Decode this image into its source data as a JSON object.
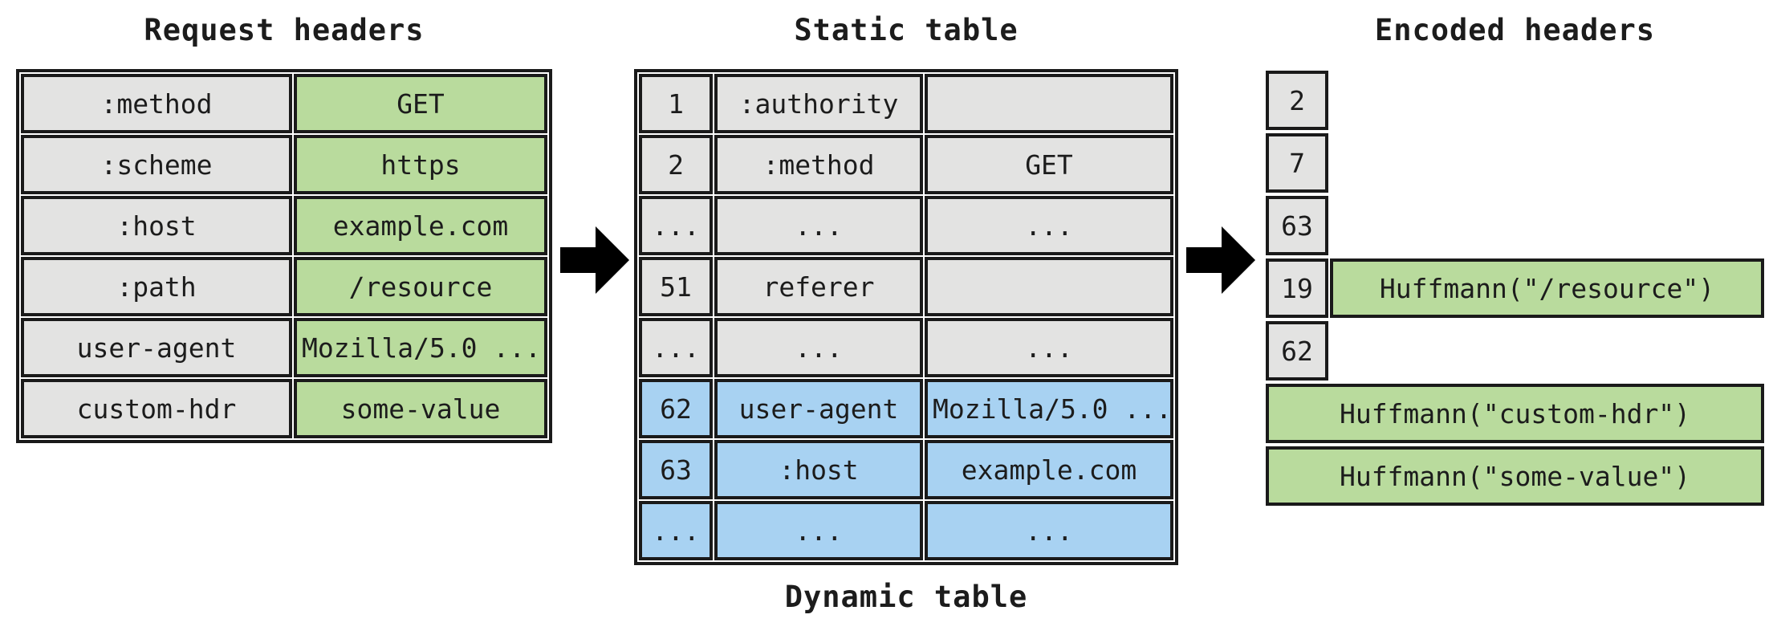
{
  "diagram": {
    "request_headers": {
      "title": "Request headers",
      "rows": [
        {
          "name": ":method",
          "value": "GET"
        },
        {
          "name": ":scheme",
          "value": "https"
        },
        {
          "name": ":host",
          "value": "example.com"
        },
        {
          "name": ":path",
          "value": "/resource"
        },
        {
          "name": "user-agent",
          "value": "Mozilla/5.0 ..."
        },
        {
          "name": "custom-hdr",
          "value": "some-value"
        }
      ]
    },
    "static_table": {
      "title": "Static table",
      "footer_label": "Dynamic table",
      "rows": [
        {
          "index": "1",
          "name": ":authority",
          "value": "",
          "section": "static"
        },
        {
          "index": "2",
          "name": ":method",
          "value": "GET",
          "section": "static"
        },
        {
          "index": "...",
          "name": "...",
          "value": "...",
          "section": "static"
        },
        {
          "index": "51",
          "name": "referer",
          "value": "",
          "section": "static"
        },
        {
          "index": "...",
          "name": "...",
          "value": "...",
          "section": "static"
        },
        {
          "index": "62",
          "name": "user-agent",
          "value": "Mozilla/5.0 ...",
          "section": "dynamic"
        },
        {
          "index": "63",
          "name": ":host",
          "value": "example.com",
          "section": "dynamic"
        },
        {
          "index": "...",
          "name": "...",
          "value": "...",
          "section": "dynamic"
        }
      ]
    },
    "encoded_headers": {
      "title": "Encoded headers",
      "items": [
        {
          "index": "2",
          "literal": ""
        },
        {
          "index": "7",
          "literal": ""
        },
        {
          "index": "63",
          "literal": ""
        },
        {
          "index": "19",
          "literal": "Huffmann(\"/resource\")"
        },
        {
          "index": "62",
          "literal": ""
        },
        {
          "index": "",
          "literal": "Huffmann(\"custom-hdr\")"
        },
        {
          "index": "",
          "literal": "Huffmann(\"some-value\")"
        }
      ]
    },
    "icons": {
      "arrow_left": "arrow-right-icon",
      "arrow_right": "arrow-right-icon"
    },
    "colors": {
      "static_cell_gray": "#e3e3e2",
      "value_green": "#b9db9d",
      "dynamic_blue": "#a8d2f2",
      "border_black": "#1a1a1a",
      "background": "#ffffff",
      "arrow_black": "#000000"
    }
  }
}
